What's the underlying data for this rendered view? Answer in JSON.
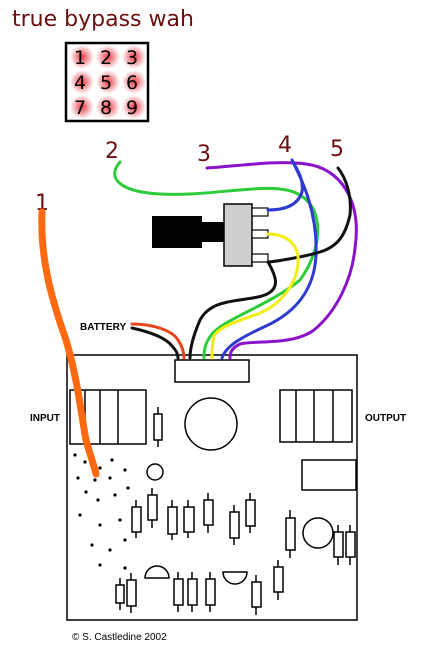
{
  "title": "true bypass wah",
  "switch_grid": {
    "numbers": [
      "1",
      "2",
      "3",
      "4",
      "5",
      "6",
      "7",
      "8",
      "9"
    ],
    "highlight_color": "#e8303c"
  },
  "wires": [
    {
      "label": "1",
      "color": "#ff6a10"
    },
    {
      "label": "2",
      "color": "#2dcc3a"
    },
    {
      "label": "3",
      "color": "#8a12c8"
    },
    {
      "label": "4",
      "color": "#2f3bd0"
    },
    {
      "label": "5",
      "color": "#111111"
    }
  ],
  "extra_wire_colors": {
    "yellow": "#f2ee12",
    "red": "#e8461a"
  },
  "labels": {
    "battery": "BATTERY",
    "input": "INPUT",
    "output": "OUTPUT"
  },
  "credit": "© S. Castledine 2002"
}
